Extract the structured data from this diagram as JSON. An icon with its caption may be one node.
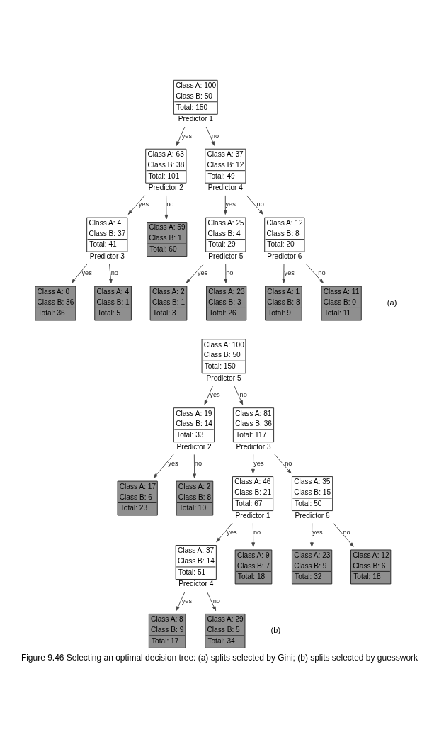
{
  "diagram": {
    "caption": "Figure 9.46 Selecting an optimal decision tree: (a) splits selected by Gini; (b) splits selected by guesswork",
    "nodes": [
      {
        "text": [
          "Class A: 100",
          "Class B: 50",
          "Total: 150"
        ],
        "beside": [
          "Predictor 1"
        ]
      },
      {
        "text": [
          "Class A: 63",
          "Class B: 38",
          "Total: 101"
        ],
        "beside": [
          "Predictor 2"
        ]
      },
      {
        "text": [
          "Class A: 37",
          "Class B: 12",
          "Total: 49"
        ],
        "beside": [
          "Predictor 4"
        ]
      },
      {
        "text": [
          "Class A: 4",
          "Class B: 37",
          "Total: 41"
        ],
        "beside": [
          "Predictor 3"
        ]
      },
      {
        "text": [
          "Class A: 59",
          "Class B: 1",
          "Total: 60"
        ]
      },
      {
        "text": [
          "Class A: 25",
          "Class B: 4",
          "Total: 29"
        ],
        "beside": [
          "Predictor 5"
        ]
      },
      {
        "text": [
          "Class A: 12",
          "Class B: 8",
          "Total: 20"
        ],
        "beside": [
          "Predictor 6"
        ]
      },
      {
        "text": [
          "Class A: 0",
          "Class B: 36",
          "Total: 36"
        ]
      },
      {
        "text": [
          "Class A: 4",
          "Class B: 1",
          "Total: 5"
        ]
      },
      {
        "text": [
          "Class A: 2",
          "Class B: 1",
          "Total: 3"
        ]
      },
      {
        "text": [
          "Class A: 23",
          "Class B: 3",
          "Total: 26"
        ]
      },
      {
        "text": [
          "Class A: 1",
          "Class B: 8",
          "Total: 9"
        ]
      },
      {
        "text": [
          "Class A: 11",
          "Class B: 0",
          "Total: 11"
        ]
      },
      {
        "text": [
          "Class A: 100",
          "Class B: 50",
          "Total: 150"
        ],
        "beside": [
          "Predictor 5"
        ]
      },
      {
        "text": [
          "Class A: 19",
          "Class B: 14",
          "Total: 33"
        ],
        "beside": [
          "Predictor 2"
        ]
      },
      {
        "text": [
          "Class A: 81",
          "Class B: 36",
          "Total: 117"
        ],
        "beside": [
          "Predictor 3"
        ]
      },
      {
        "text": [
          "Class A: 17",
          "Class B: 6",
          "Total: 23"
        ]
      },
      {
        "text": [
          "Class A: 2",
          "Class B: 8",
          "Total: 10"
        ]
      },
      {
        "text": [
          "Class A: 46",
          "Class B: 21",
          "Total: 67"
        ],
        "beside": [
          "Predictor 1"
        ]
      },
      {
        "text": [
          "Class A: 35",
          "Class B: 15",
          "Total: 50"
        ],
        "beside": [
          "Predictor 6"
        ]
      },
      {
        "text": [
          "Class A: 37",
          "Class B: 14",
          "Total: 51"
        ],
        "beside": [
          "Predictor 4"
        ]
      },
      {
        "text": [
          "Class A: 9",
          "Class B: 7",
          "Total: 18"
        ]
      },
      {
        "text": [
          "Class A: 23",
          "Class B: 9",
          "Total: 32"
        ]
      },
      {
        "text": [
          "Class A: 12",
          "Class B: 6",
          "Total: 18"
        ]
      },
      {
        "text": [
          "Class A: 8",
          "Class B: 9",
          "Total: 17"
        ]
      },
      {
        "text": [
          "Class A: 29",
          "Class B: 5",
          "Total: 34"
        ]
      }
    ],
    "edges": [
      {
        "from": 0,
        "to": 1,
        "arrow": "to",
        "label": "yes"
      },
      {
        "from": 0,
        "to": 2,
        "arrow": "to",
        "label": "no"
      },
      {
        "from": 1,
        "to": 3,
        "arrow": "to",
        "label": "yes"
      },
      {
        "from": 1,
        "to": 4,
        "arrow": "to",
        "label": "no"
      },
      {
        "from": 2,
        "to": 5,
        "arrow": "to",
        "label": "yes"
      },
      {
        "from": 2,
        "to": 6,
        "arrow": "to",
        "label": "no"
      },
      {
        "from": 3,
        "to": 7,
        "arrow": "to",
        "label": "yes"
      },
      {
        "from": 3,
        "to": 8,
        "arrow": "to",
        "label": "no"
      },
      {
        "from": 5,
        "to": 9,
        "arrow": "to",
        "label": "yes"
      },
      {
        "from": 5,
        "to": 10,
        "arrow": "to",
        "label": "no"
      },
      {
        "from": 6,
        "to": 11,
        "arrow": "to",
        "label": "yes"
      },
      {
        "from": 6,
        "to": 12,
        "arrow": "to",
        "label": "no"
      },
      {
        "from": 13,
        "to": 14,
        "arrow": "to",
        "label": "yes"
      },
      {
        "from": 13,
        "to": 15,
        "arrow": "to",
        "label": "no"
      },
      {
        "from": 14,
        "to": 16,
        "arrow": "to",
        "label": "yes"
      },
      {
        "from": 14,
        "to": 17,
        "arrow": "to",
        "label": "no"
      },
      {
        "from": 15,
        "to": 18,
        "arrow": "to",
        "label": "yes"
      },
      {
        "from": 15,
        "to": 19,
        "arrow": "to",
        "label": "no"
      },
      {
        "from": 18,
        "to": 20,
        "arrow": "to",
        "label": "yes"
      },
      {
        "from": 18,
        "to": 21,
        "arrow": "to",
        "label": "no"
      },
      {
        "from": 19,
        "to": 22,
        "arrow": "to",
        "label": "yes"
      },
      {
        "from": 19,
        "to": 23,
        "arrow": "to",
        "label": "no"
      },
      {
        "from": 20,
        "to": 24,
        "arrow": "to",
        "label": "yes"
      },
      {
        "from": 20,
        "to": 25,
        "arrow": "to",
        "label": "no"
      }
    ],
    "labels": [
      "(a)",
      "(b)"
    ]
  }
}
